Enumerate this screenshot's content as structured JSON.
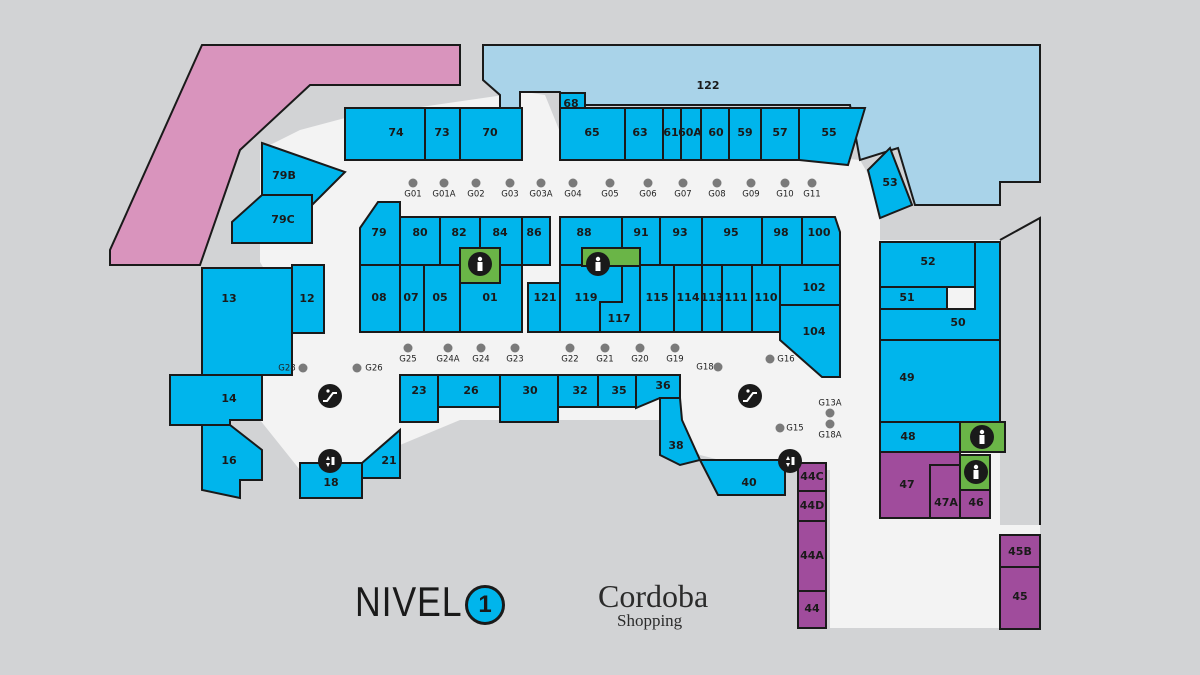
{
  "level": {
    "word": "NIVEL",
    "number": "1"
  },
  "brand": {
    "name": "Cordoba",
    "sub": "Shopping"
  },
  "colors": {
    "store": "#00b5ec",
    "parking": "#a9d3e9",
    "pink": "#d994bd",
    "purple": "#a04c9c",
    "wc": "#6ab547",
    "corridor": "#f3f3f3",
    "background": "#d2d3d5"
  },
  "stores": [
    "122",
    "68",
    "74",
    "73",
    "70",
    "65",
    "63",
    "61",
    "60A",
    "60",
    "59",
    "57",
    "55",
    "53",
    "79B",
    "79C",
    "79",
    "80",
    "82",
    "84",
    "86",
    "88",
    "91",
    "93",
    "95",
    "98",
    "100",
    "13",
    "12",
    "08",
    "07",
    "05",
    "01",
    "121",
    "119",
    "117",
    "115",
    "114",
    "113",
    "111",
    "110",
    "102",
    "104",
    "52",
    "51",
    "50",
    "49",
    "48",
    "47",
    "47A",
    "46",
    "14",
    "16",
    "18",
    "21",
    "23",
    "26",
    "30",
    "32",
    "35",
    "36",
    "38",
    "40",
    "44C",
    "44D",
    "44A",
    "44",
    "45B",
    "45"
  ],
  "guards": [
    "G01",
    "G01A",
    "G02",
    "G03",
    "G03A",
    "G04",
    "G05",
    "G06",
    "G07",
    "G08",
    "G09",
    "G10",
    "G11",
    "G28",
    "G26",
    "G25",
    "G24A",
    "G24",
    "G23",
    "G22",
    "G21",
    "G20",
    "G19",
    "G18",
    "G16",
    "G15",
    "G13A",
    "G18A"
  ],
  "icons": [
    "restroom-icon",
    "restroom-icon",
    "restroom-icon",
    "restroom-icon",
    "escalator-icon",
    "escalator-icon",
    "elevator-icon",
    "elevator-icon"
  ]
}
